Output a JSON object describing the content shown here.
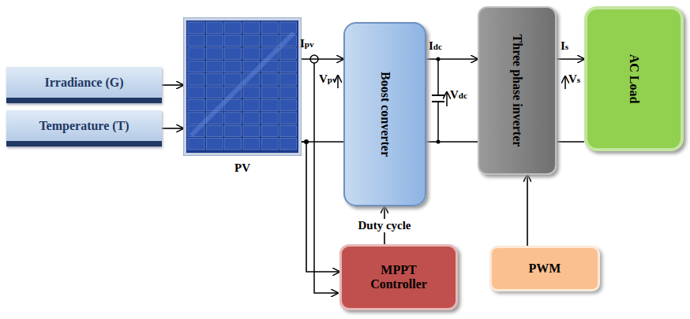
{
  "diagram": {
    "nodes": [
      {
        "text": [
          "Irradiance (G)"
        ]
      },
      {
        "text": [
          "Temperature (T)"
        ]
      },
      {
        "text": [
          "PV"
        ]
      },
      {
        "text": [
          "Boost converter"
        ]
      },
      {
        "text": [
          "Three phase inverter"
        ]
      },
      {
        "text": [
          "AC Load"
        ]
      },
      {
        "text": [
          "MPPT Controller"
        ]
      },
      {
        "text": [
          "PWM"
        ]
      }
    ],
    "edges": [
      {
        "from": 0,
        "to": 2,
        "arrow": "to"
      },
      {
        "from": 1,
        "to": 2,
        "arrow": "to"
      },
      {
        "from": 2,
        "to": 3,
        "arrow": "to"
      },
      {
        "from": 3,
        "to": 4,
        "arrow": "to"
      },
      {
        "from": 4,
        "to": 5,
        "arrow": "to"
      },
      {
        "from": 6,
        "to": 3,
        "label": "Duty cycle",
        "arrow": "to"
      },
      {
        "from": 7,
        "to": 4,
        "arrow": "to"
      },
      {
        "from": 2,
        "to": 6,
        "arrow": "to"
      }
    ],
    "labels": [
      "Ipv",
      "Vpv",
      "Idc",
      "Vdc",
      "Is",
      "Vs"
    ]
  }
}
